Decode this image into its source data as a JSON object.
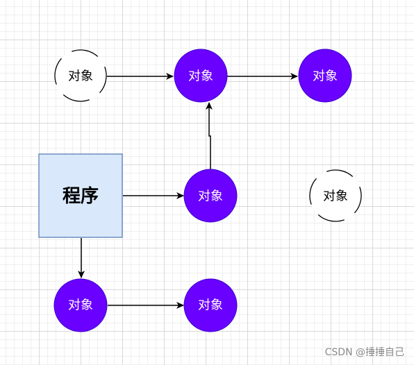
{
  "program_box": {
    "label": "程序",
    "fill": "#dae8fc",
    "stroke": "#6c8ebf"
  },
  "object_label": "对象",
  "reachable_object_color": "#6a00ff",
  "unreachable_object_stroke": "#000000",
  "watermark": "CSDN @捶捶自己"
}
